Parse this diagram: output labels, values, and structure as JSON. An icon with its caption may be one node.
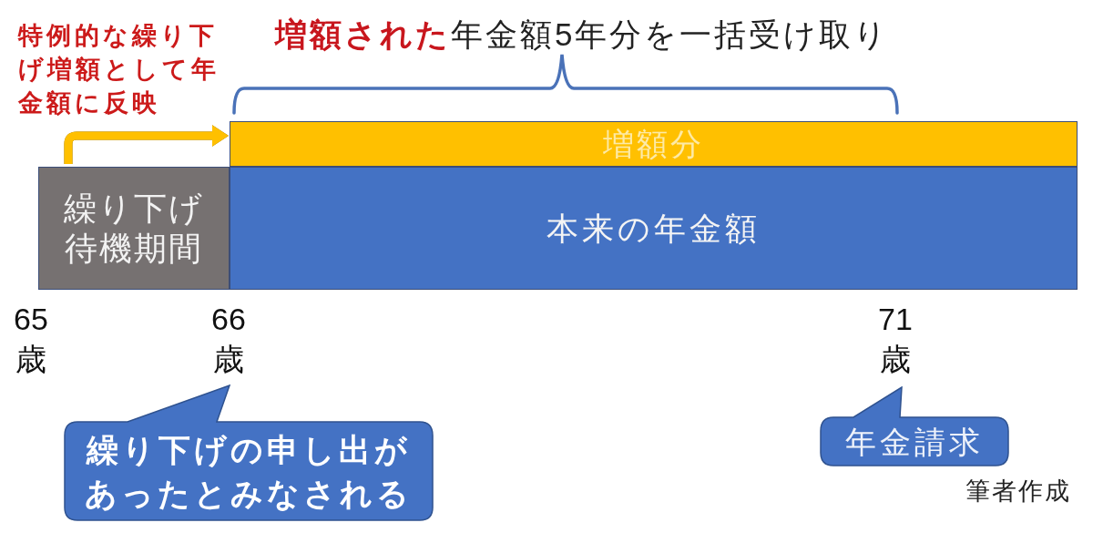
{
  "diagram": {
    "title": "**増額された**年金額5年分を一括受け取り",
    "nodes": [
      {
        "text": [
          "増額分"
        ]
      },
      {
        "text": [
          "繰り下げ待機期間"
        ]
      },
      {
        "text": [
          "本来の年金額"
        ]
      },
      {
        "text": [
          "繰り下げの申し出があったとみなされる"
        ]
      },
      {
        "text": [
          "年金請求"
        ]
      }
    ],
    "edges": [
      {
        "from": 1,
        "to": 0,
        "arrow": "to",
        "color": "#ffc000"
      }
    ],
    "labels": [
      "特例的な繰り下げ増額として年金額に反映",
      "65歳",
      "66歳",
      "71歳",
      "筆者作成"
    ]
  }
}
